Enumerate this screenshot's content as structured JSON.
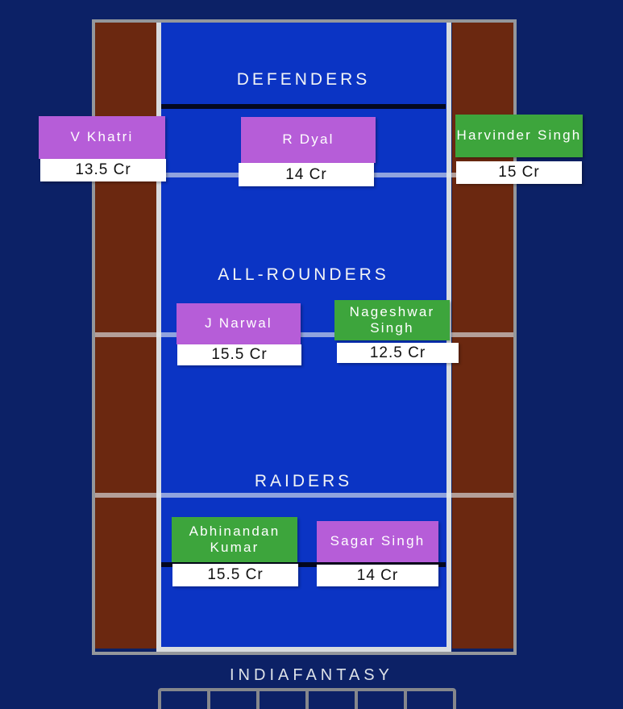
{
  "brand": {
    "watermark": "INDIAFANTASY"
  },
  "colors": {
    "background": "#0C2166",
    "court_blue": "#0B34C4",
    "lobby_brown": "#6B2810",
    "frame_gray": "#94979C",
    "court_line_white": "#D8DCE0",
    "baulk_line_dark": "#04081F",
    "purple_card": "#B65DD8",
    "green_card": "#3DA53C",
    "price_bg": "#FFFFFF",
    "price_text": "#111111",
    "title_text": "#F2F4F6"
  },
  "sections": [
    {
      "label": "DEFENDERS",
      "players": [
        {
          "name": "V Khatri",
          "price": "13.5 Cr",
          "card_color": "#B65DD8"
        },
        {
          "name": "R Dyal",
          "price": "14 Cr",
          "card_color": "#B65DD8"
        },
        {
          "name": "Harvinder Singh",
          "price": "15 Cr",
          "card_color": "#3DA53C"
        }
      ]
    },
    {
      "label": "ALL-ROUNDERS",
      "players": [
        {
          "name": "J Narwal",
          "price": "15.5 Cr",
          "card_color": "#B65DD8"
        },
        {
          "name": "Nageshwar Singh",
          "price": "12.5 Cr",
          "card_color": "#3DA53C"
        }
      ]
    },
    {
      "label": "RAIDERS",
      "players": [
        {
          "name": "Abhinandan Kumar",
          "price": "15.5 Cr",
          "card_color": "#3DA53C"
        },
        {
          "name": "Sagar Singh",
          "price": "14 Cr",
          "card_color": "#B65DD8"
        }
      ]
    }
  ],
  "bench": {
    "cell_count": 6
  }
}
